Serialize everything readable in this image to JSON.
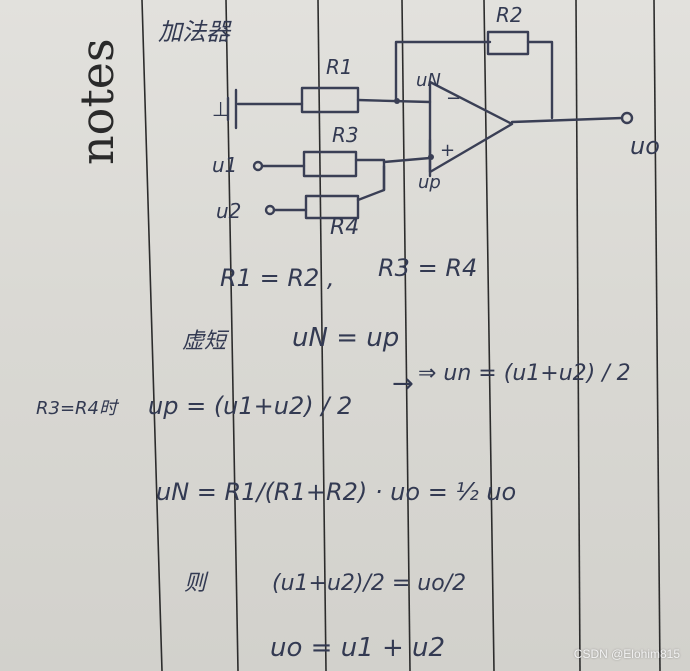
{
  "page": {
    "margin_word": "notes",
    "watermark": "CSDN @Elohim815"
  },
  "notes": {
    "title": "加法器",
    "circuit": {
      "r2": "R2",
      "r1": "R1",
      "r3": "R3",
      "r4": "R4",
      "input_gnd": "⊥",
      "u1": "u1",
      "u2": "u2",
      "un": "uN",
      "up": "up",
      "minus": "−",
      "plus": "+",
      "uo": "uo"
    },
    "equations": {
      "eq1": "R1 = R2 ,",
      "eq2": "R3 = R4",
      "virtual_short_label": "虚短",
      "virtual_short_eq": "uN = up",
      "implies_un": "⇒ un = (u1+u2) / 2",
      "cond_label": "R3=R4时",
      "up_eq": "up = (u1+u2) / 2",
      "arrow": "→",
      "un_eq": "uN = R1/(R1+R2) · uo = ½ uo",
      "so_label": "则",
      "so_eq": "(u1+u2)/2 = uo/2",
      "final": "uo = u1 + u2"
    }
  }
}
